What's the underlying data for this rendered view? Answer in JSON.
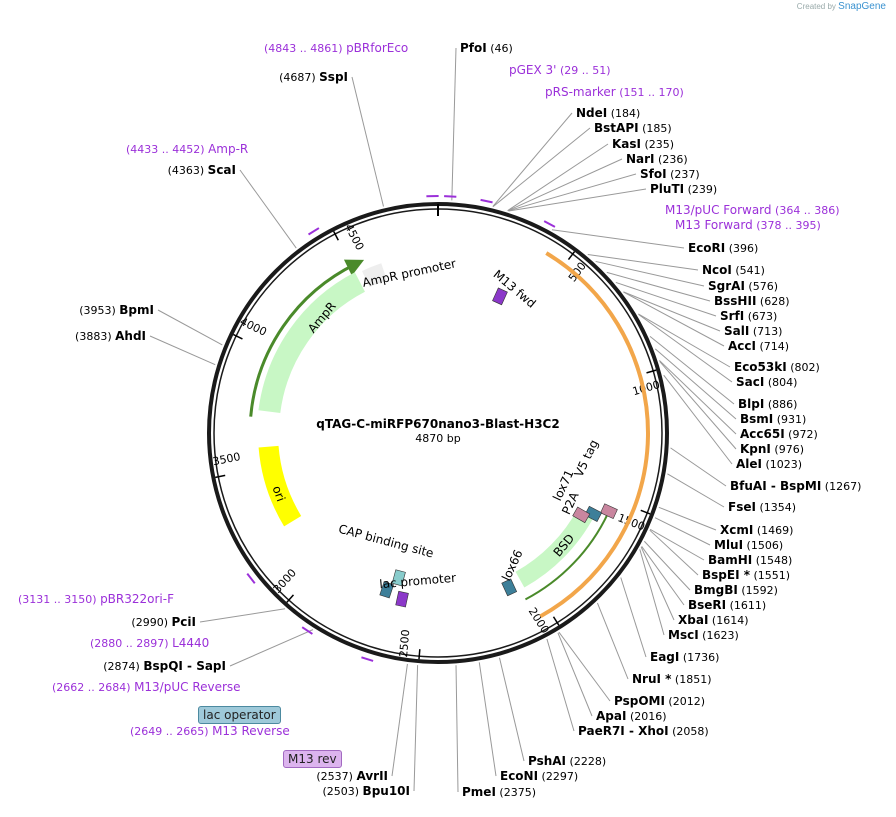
{
  "brand": {
    "prefix": "Created by",
    "name": "SnapGene"
  },
  "map": {
    "title": "qTAG-C-miRFP670nano3-Blast-H3C2",
    "length": "4870 bp",
    "total_bp": 4870
  },
  "tick_labels": [
    "500",
    "1000",
    "1500",
    "2000",
    "2500",
    "3000",
    "3500",
    "4000",
    "4500"
  ],
  "enzymes": [
    {
      "name": "PfoI",
      "pos": "(46)",
      "side": "right"
    },
    {
      "name": "NdeI",
      "pos": "(184)",
      "side": "right"
    },
    {
      "name": "BstAPI",
      "pos": "(185)",
      "side": "right"
    },
    {
      "name": "KasI",
      "pos": "(235)",
      "side": "right"
    },
    {
      "name": "NarI",
      "pos": "(236)",
      "side": "right"
    },
    {
      "name": "SfoI",
      "pos": "(237)",
      "side": "right"
    },
    {
      "name": "PluTI",
      "pos": "(239)",
      "side": "right"
    },
    {
      "name": "EcoRI",
      "pos": "(396)",
      "side": "right"
    },
    {
      "name": "NcoI",
      "pos": "(541)",
      "side": "right"
    },
    {
      "name": "SgrAI",
      "pos": "(576)",
      "side": "right"
    },
    {
      "name": "BssHII",
      "pos": "(628)",
      "side": "right"
    },
    {
      "name": "SrfI",
      "pos": "(673)",
      "side": "right"
    },
    {
      "name": "SalI",
      "pos": "(713)",
      "side": "right"
    },
    {
      "name": "AccI",
      "pos": "(714)",
      "side": "right"
    },
    {
      "name": "Eco53kI",
      "pos": "(802)",
      "side": "right"
    },
    {
      "name": "SacI",
      "pos": "(804)",
      "side": "right"
    },
    {
      "name": "BlpI",
      "pos": "(886)",
      "side": "right"
    },
    {
      "name": "BsmI",
      "pos": "(931)",
      "side": "right"
    },
    {
      "name": "Acc65I",
      "pos": "(972)",
      "side": "right"
    },
    {
      "name": "KpnI",
      "pos": "(976)",
      "side": "right"
    },
    {
      "name": "AleI",
      "pos": "(1023)",
      "side": "right"
    },
    {
      "name": "BfuAI - BspMI",
      "pos": "(1267)",
      "side": "right"
    },
    {
      "name": "FseI",
      "pos": "(1354)",
      "side": "right"
    },
    {
      "name": "XcmI",
      "pos": "(1469)",
      "side": "right"
    },
    {
      "name": "MluI",
      "pos": "(1506)",
      "side": "right"
    },
    {
      "name": "BamHI",
      "pos": "(1548)",
      "side": "right"
    },
    {
      "name": "BspEI *",
      "pos": "(1551)",
      "side": "right"
    },
    {
      "name": "BmgBI",
      "pos": "(1592)",
      "side": "right"
    },
    {
      "name": "BseRI",
      "pos": "(1611)",
      "side": "right"
    },
    {
      "name": "XbaI",
      "pos": "(1614)",
      "side": "right"
    },
    {
      "name": "MscI",
      "pos": "(1623)",
      "side": "right"
    },
    {
      "name": "EagI",
      "pos": "(1736)",
      "side": "right"
    },
    {
      "name": "NruI *",
      "pos": "(1851)",
      "side": "right"
    },
    {
      "name": "PspOMI",
      "pos": "(2012)",
      "side": "right"
    },
    {
      "name": "ApaI",
      "pos": "(2016)",
      "side": "right"
    },
    {
      "name": "PaeR7I - XhoI",
      "pos": "(2058)",
      "side": "right"
    },
    {
      "name": "PshAI",
      "pos": "(2228)",
      "side": "right"
    },
    {
      "name": "EcoNI",
      "pos": "(2297)",
      "side": "right"
    },
    {
      "name": "PmeI",
      "pos": "(2375)",
      "side": "right"
    },
    {
      "name": "Bpu10I",
      "pos": "(2503)",
      "side": "left"
    },
    {
      "name": "AvrII",
      "pos": "(2537)",
      "side": "left"
    },
    {
      "name": "BspQI - SapI",
      "pos": "(2874)",
      "side": "left"
    },
    {
      "name": "PciI",
      "pos": "(2990)",
      "side": "left"
    },
    {
      "name": "AhdI",
      "pos": "(3883)",
      "side": "left"
    },
    {
      "name": "BpmI",
      "pos": "(3953)",
      "side": "left"
    },
    {
      "name": "ScaI",
      "pos": "(4363)",
      "side": "left"
    },
    {
      "name": "SspI",
      "pos": "(4687)",
      "side": "left"
    }
  ],
  "primers": [
    {
      "name": "pBRforEco",
      "range": "(4843 .. 4861)"
    },
    {
      "name": "pGEX 3'",
      "range": "(29 .. 51)"
    },
    {
      "name": "pRS-marker",
      "range": "(151 .. 170)"
    },
    {
      "name": "M13/pUC Forward",
      "range": "(364 .. 386)"
    },
    {
      "name": "M13 Forward",
      "range": "(378 .. 395)"
    },
    {
      "name": "Amp-R",
      "range": "(4433 .. 4452)"
    },
    {
      "name": "pBR322ori-F",
      "range": "(3131 .. 3150)"
    },
    {
      "name": "L4440",
      "range": "(2880 .. 2897)"
    },
    {
      "name": "M13/pUC Reverse",
      "range": "(2662 .. 2684)"
    },
    {
      "name": "M13 Reverse",
      "range": "(2649 .. 2665)"
    }
  ],
  "features": {
    "ampr_promoter": "AmpR promoter",
    "ampr": "AmpR",
    "m13_fwd": "M13 fwd",
    "ori": "ori",
    "cap": "CAP binding site",
    "lac_promoter": "lac promoter",
    "lox71": "lox71",
    "v5": "V5 tag",
    "p2a": "P2A",
    "bsd": "BSD",
    "lox66": "lox66"
  },
  "tags": {
    "lac_operator": "lac operator",
    "m13_rev": "M13 rev"
  },
  "colors": {
    "enzyme_text": "#000000",
    "primer": "#9b30d9",
    "ampr_fill": "#c8f7c5",
    "ampr_border": "#4a8a2a",
    "ori_fill": "#ffff00",
    "orf_outline": "#f2a64a",
    "lox_fill": "#3d7f99",
    "v5_fill": "#c9869f",
    "backbone": "#1a1a1a"
  }
}
